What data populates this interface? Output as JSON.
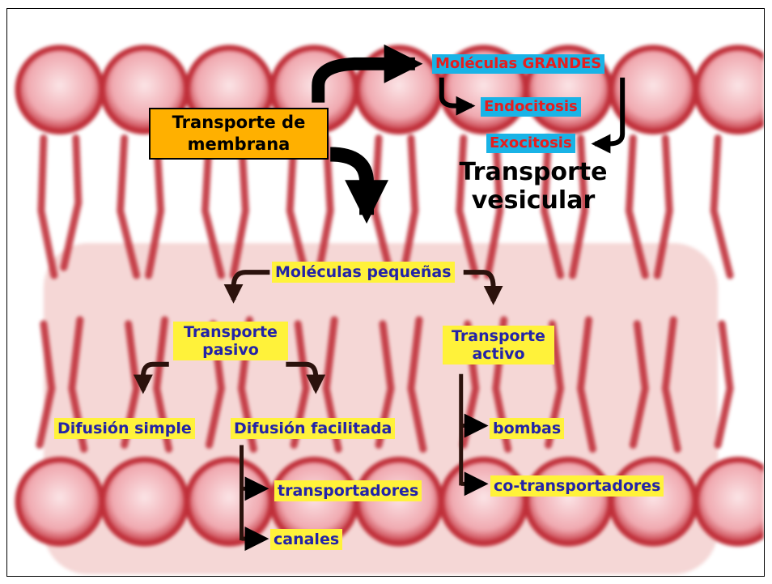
{
  "title": "Transporte de membrana",
  "title_lines": [
    "Transporte de",
    "membrana"
  ],
  "large": {
    "label": "Moléculas GRANDES",
    "items": [
      "Endocitosis",
      "Exocitosis"
    ],
    "group_lines": [
      "Transporte",
      "vesicular"
    ]
  },
  "small": {
    "label": "Moléculas pequeñas",
    "passive": {
      "lines": [
        "Transporte",
        "pasivo"
      ],
      "simple": "Difusión simple",
      "facilitated": "Difusión facilitada",
      "facilitated_items": [
        "transportadores",
        "canales"
      ]
    },
    "active": {
      "lines": [
        "Transporte",
        "activo"
      ],
      "items": [
        "bombas",
        "co-transportadores"
      ]
    }
  },
  "colors": {
    "yellow_box": "#fff23a",
    "yellow_text": "#2323a8",
    "cyan_box": "#19b3e6",
    "cyan_text": "#e61e1e",
    "orange_box": "#ffb000",
    "arrow": "#000000",
    "membrane_red": "#c0303a",
    "membrane_pink": "#f6c7cb"
  }
}
